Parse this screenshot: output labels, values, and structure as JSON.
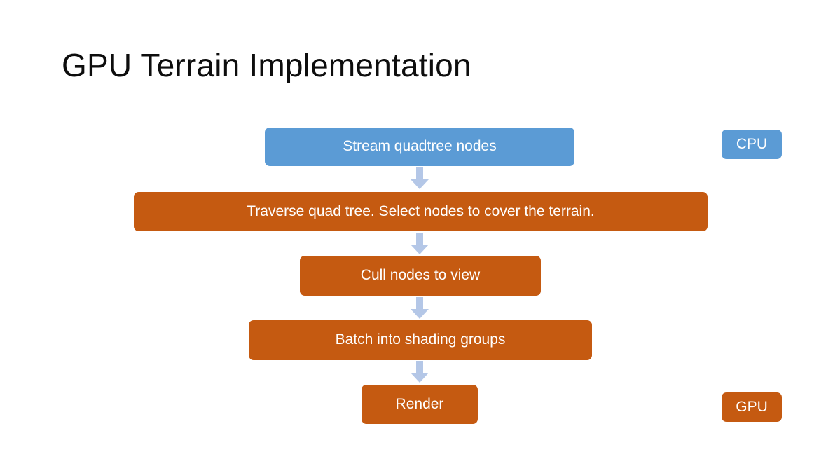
{
  "slide": {
    "title": "GPU Terrain Implementation",
    "background_color": "#FFFFFF",
    "title_color": "#0D0D0D"
  },
  "colors": {
    "cpu_blue": "#5B9BD5",
    "gpu_orange": "#C55A11",
    "arrow_blue": "#B4C7E7",
    "box_text": "#FFFFFF"
  },
  "flow": {
    "boxes": [
      {
        "id": "stream-quadtree-nodes",
        "label": "Stream quadtree nodes",
        "color": "#5B9BD5",
        "stage": "CPU"
      },
      {
        "id": "traverse-quad-tree",
        "label": "Traverse quad tree. Select nodes to cover the terrain.",
        "color": "#C55A11",
        "stage": "GPU"
      },
      {
        "id": "cull-nodes-to-view",
        "label": "Cull nodes to view",
        "color": "#C55A11",
        "stage": "GPU"
      },
      {
        "id": "batch-into-shading-groups",
        "label": "Batch into shading groups",
        "color": "#C55A11",
        "stage": "GPU"
      },
      {
        "id": "render",
        "label": "Render",
        "color": "#C55A11",
        "stage": "GPU"
      }
    ],
    "arrows": [
      {
        "id": "arrow-1",
        "direction": "down",
        "from": "stream-quadtree-nodes",
        "to": "traverse-quad-tree"
      },
      {
        "id": "arrow-2",
        "direction": "down",
        "from": "traverse-quad-tree",
        "to": "cull-nodes-to-view"
      },
      {
        "id": "arrow-3",
        "direction": "down",
        "from": "cull-nodes-to-view",
        "to": "batch-into-shading-groups"
      },
      {
        "id": "arrow-4",
        "direction": "down",
        "from": "batch-into-shading-groups",
        "to": "render"
      }
    ]
  },
  "legend": {
    "cpu": {
      "label": "CPU",
      "color": "#5B9BD5"
    },
    "gpu": {
      "label": "GPU",
      "color": "#C55A11"
    }
  }
}
